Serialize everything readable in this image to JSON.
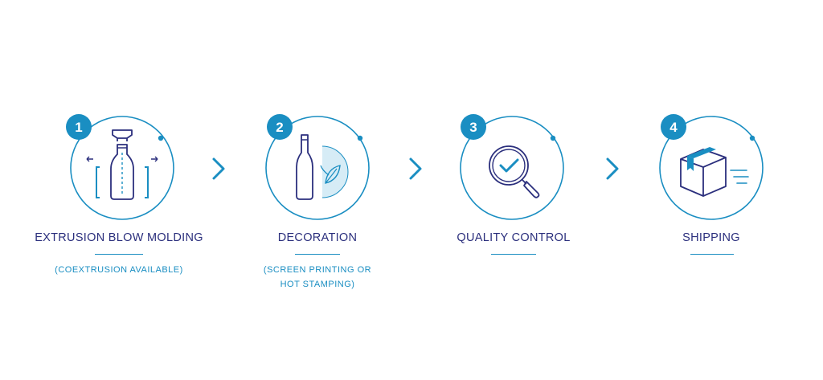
{
  "colors": {
    "accent": "#1a8ec2",
    "navy": "#2b2f7d",
    "light": "#d6ecf6",
    "white": "#ffffff"
  },
  "steps": [
    {
      "number": "1",
      "title": "EXTRUSION BLOW MOLDING",
      "subtitle_lines": [
        "(COEXTRUSION AVAILABLE)"
      ],
      "icon": "blow-molding-icon"
    },
    {
      "number": "2",
      "title": "DECORATION",
      "subtitle_lines": [
        "(SCREEN PRINTING OR",
        "HOT STAMPING)"
      ],
      "icon": "bottle-decoration-icon"
    },
    {
      "number": "3",
      "title": "QUALITY CONTROL",
      "subtitle_lines": [],
      "icon": "magnifier-check-icon"
    },
    {
      "number": "4",
      "title": "SHIPPING",
      "subtitle_lines": [],
      "icon": "shipping-box-icon"
    }
  ],
  "connectors": [
    "chevron-right-icon",
    "chevron-right-icon",
    "chevron-right-icon"
  ]
}
